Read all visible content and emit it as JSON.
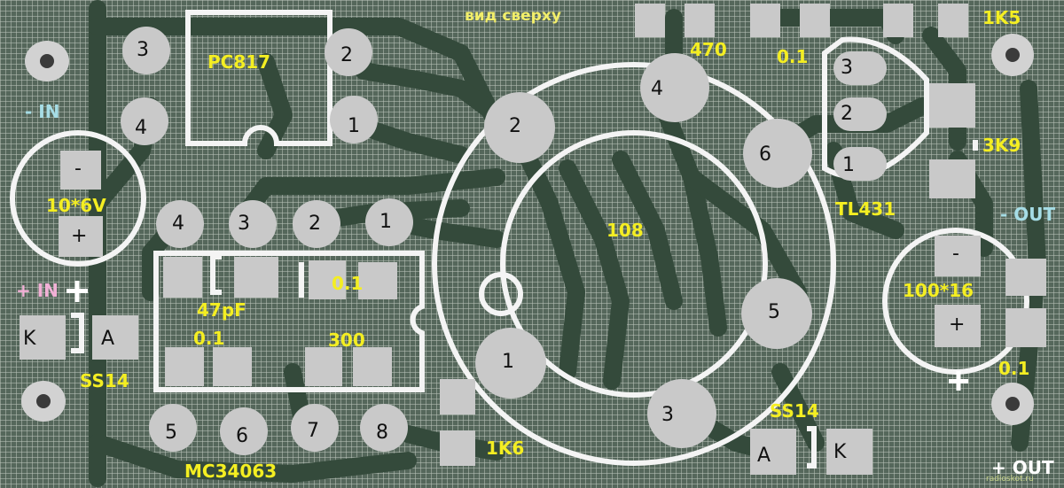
{
  "labels": {
    "top_view": "вид сверху",
    "pc817": "PC817",
    "r470": "470",
    "c01_top": "0.1",
    "r1k5": "1K5",
    "minus_in": "- IN",
    "c10x6": "10*6V",
    "plus_in": "+ IN",
    "ss14_left": "SS14",
    "c47pf": "47pF",
    "c01_mid": "0.1",
    "c01_low": "0.1",
    "r300": "300",
    "mc34063": "MC34063",
    "r1k6": "1K6",
    "ind108": "108",
    "tl431": "TL431",
    "r3k9": "3K9",
    "minus_out": "- OUT",
    "c100x16": "100*16",
    "c01_right": "0.1",
    "ss14_right": "SS14",
    "plus_out": "+ OUT",
    "watermark": "radioskot.ru"
  },
  "pins": {
    "pc817": [
      "3",
      "4",
      "2",
      "1"
    ],
    "mc34063_top": [
      "4",
      "3",
      "2",
      "1"
    ],
    "mc34063_bottom": [
      "5",
      "6",
      "7",
      "8"
    ],
    "inductor": [
      "2",
      "4",
      "6",
      "5",
      "3",
      "1"
    ],
    "tl431": [
      "3",
      "2",
      "1"
    ]
  },
  "polarity": {
    "minus": "-",
    "plus": "+",
    "anode": "A",
    "cathode": "K"
  }
}
